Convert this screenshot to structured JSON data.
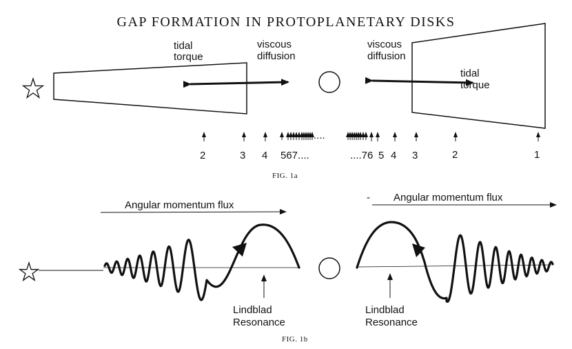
{
  "title": "GAP FORMATION IN PROTOPLANETARY DISKS",
  "fig_a": {
    "left_tidal_torque": [
      "tidal",
      "torque"
    ],
    "left_viscous_diffusion": [
      "viscous",
      "diffusion"
    ],
    "right_viscous_diffusion": [
      "viscous",
      "diffusion"
    ],
    "right_tidal_torque": [
      "tidal",
      "torque"
    ],
    "resonance_labels_left": [
      "2",
      "3",
      "4",
      "567...."
    ],
    "inner_dots": "....",
    "resonance_labels_right": [
      "....76",
      "5",
      "4",
      "3",
      "2",
      "1"
    ],
    "caption": "FIG. 1a"
  },
  "fig_b": {
    "left_flux_label": "Angular momentum flux",
    "right_flux_label": "Angular momentum flux",
    "left_lindblad": [
      "Lindblad",
      "Resonance"
    ],
    "right_lindblad": [
      "Lindblad",
      "Resonance"
    ],
    "caption": "FIG. 1b"
  }
}
